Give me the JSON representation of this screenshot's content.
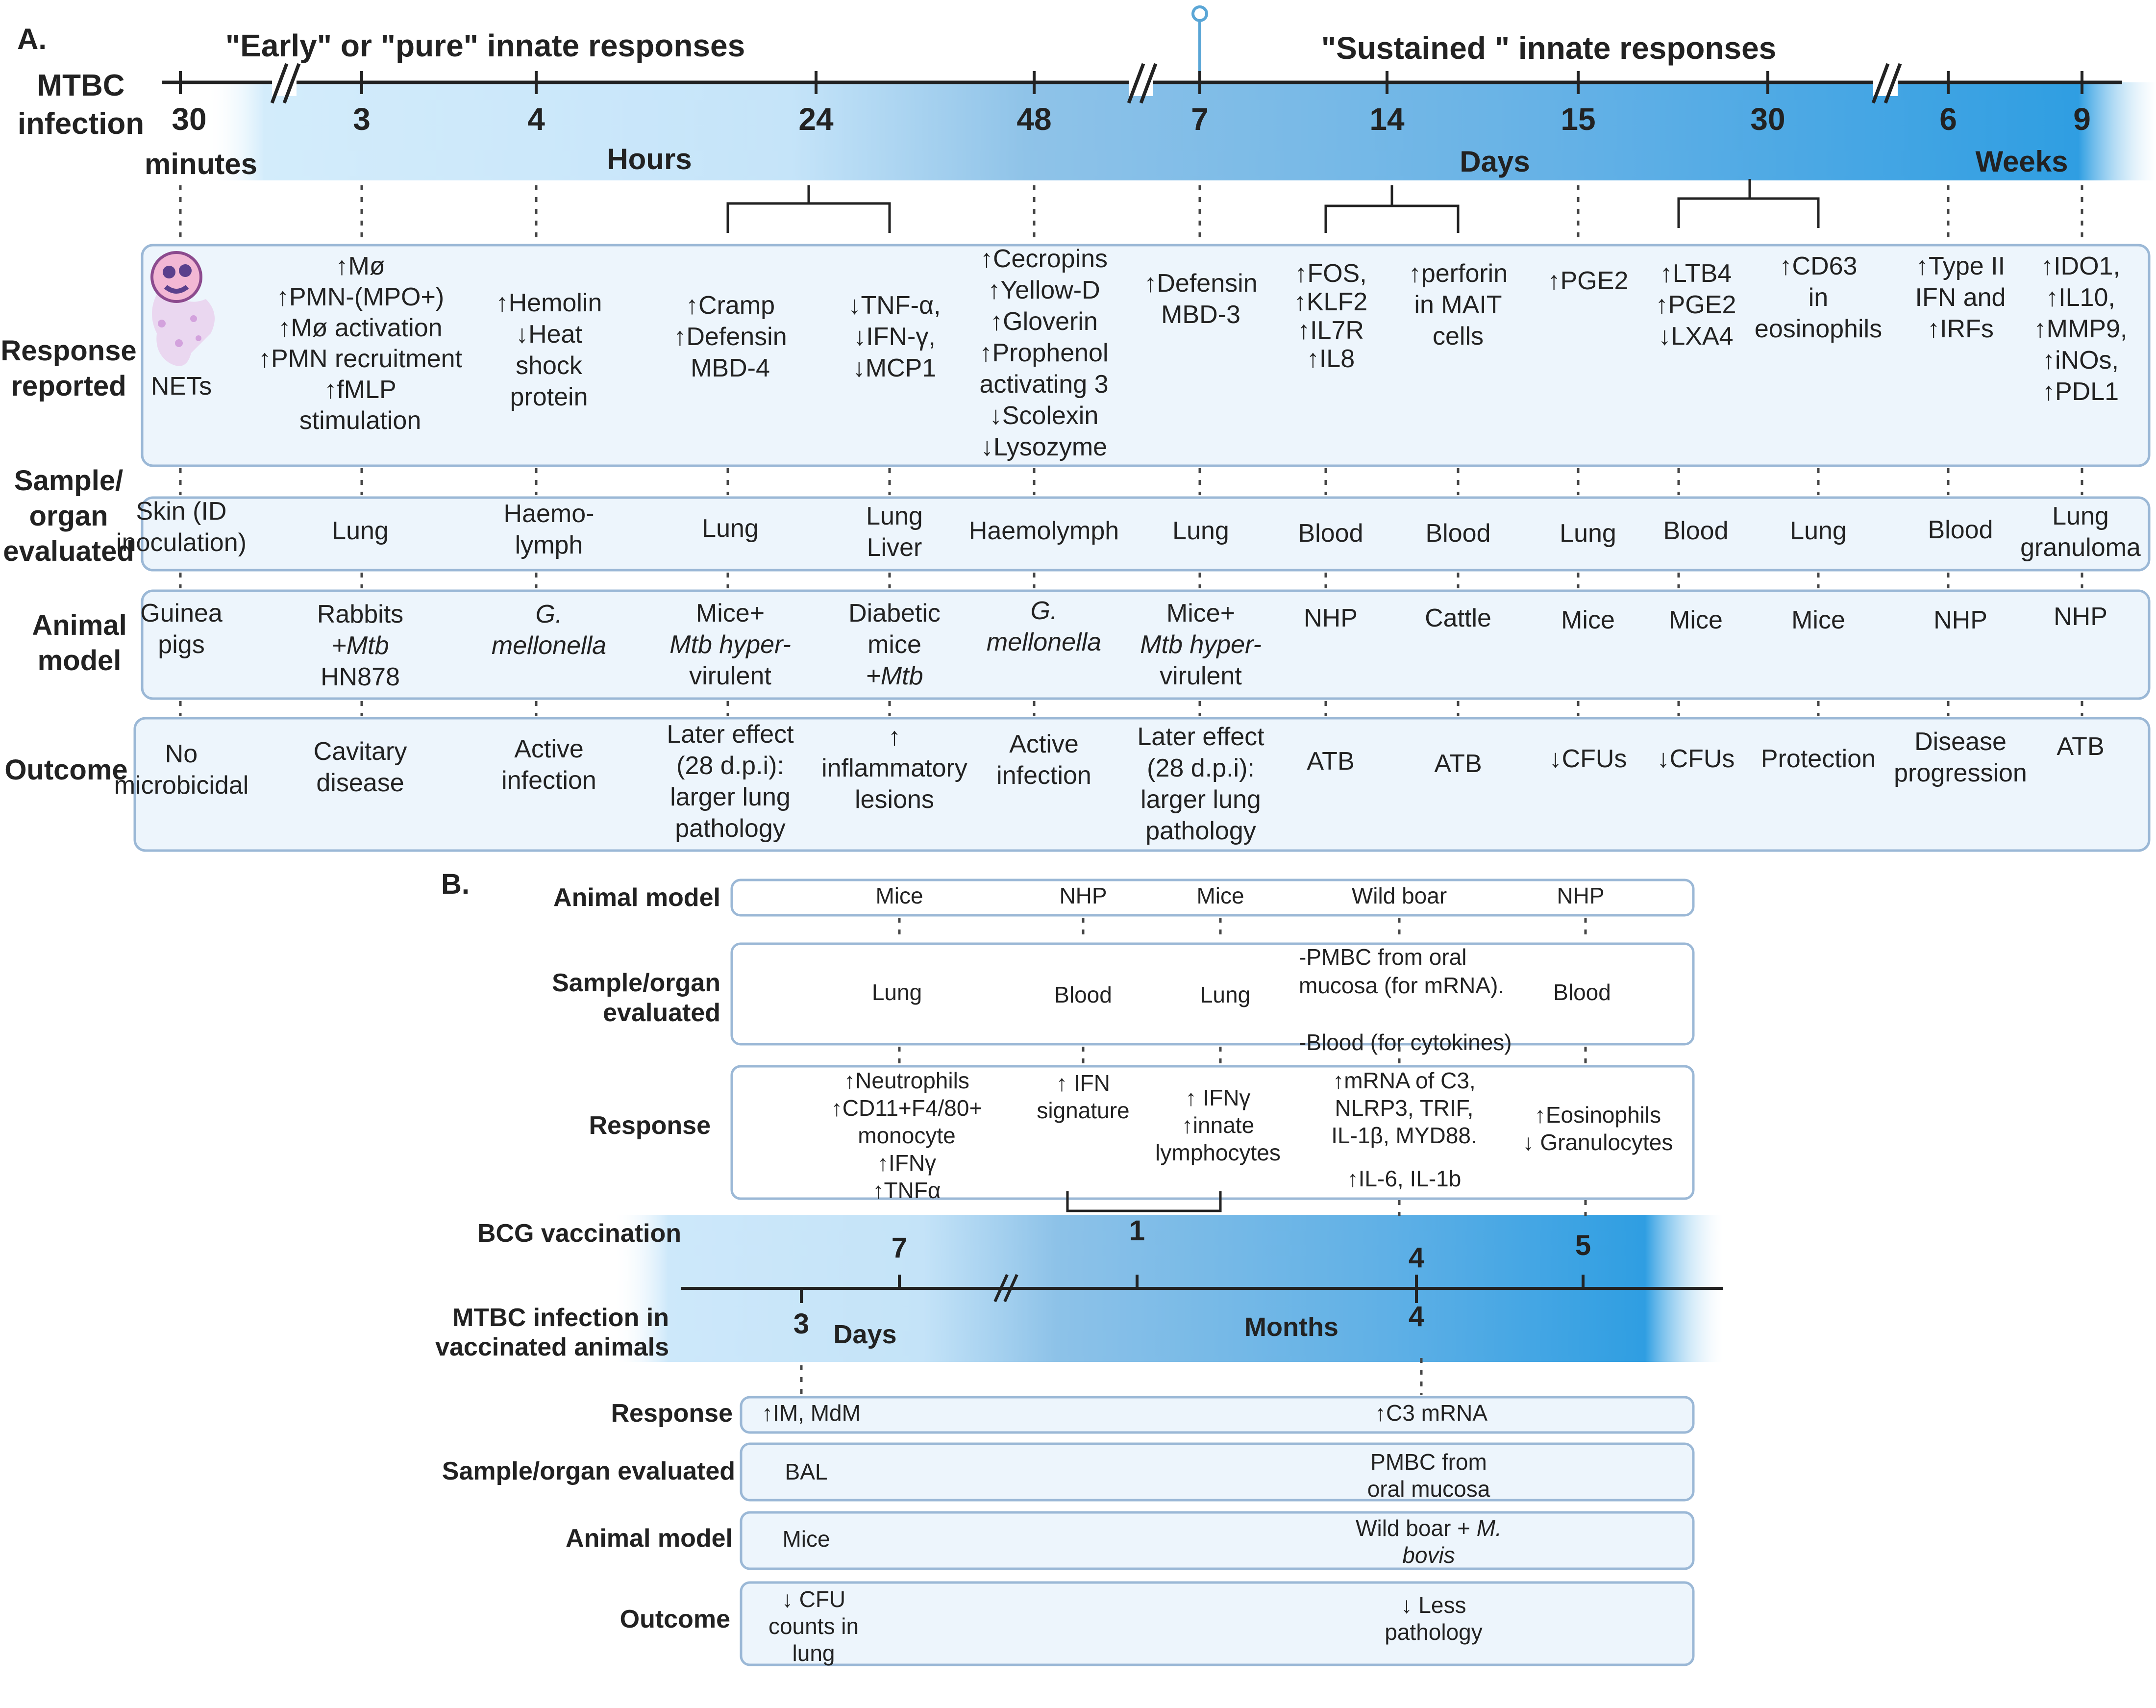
{
  "panel_a": {
    "label": "A.",
    "axis_label": [
      "MTBC",
      "infection"
    ],
    "phase_early": "\"Early\" or \"pure\" innate responses",
    "phase_sustained": "\"Sustained \" innate responses",
    "ticks": [
      {
        "id": "t30m",
        "label": "30"
      },
      {
        "id": "t3h",
        "label": "3"
      },
      {
        "id": "t4h",
        "label": "4"
      },
      {
        "id": "t24h",
        "label": "24"
      },
      {
        "id": "t48h",
        "label": "48"
      },
      {
        "id": "t7d",
        "label": "7"
      },
      {
        "id": "t14d",
        "label": "14"
      },
      {
        "id": "t15d",
        "label": "15"
      },
      {
        "id": "t30d",
        "label": "30"
      },
      {
        "id": "t6w",
        "label": "6"
      },
      {
        "id": "t9w",
        "label": "9"
      }
    ],
    "units": {
      "minutes": "minutes",
      "hours": "Hours",
      "days": "Days",
      "weeks": "Weeks"
    },
    "row_labels": {
      "response": [
        "Response",
        "reported"
      ],
      "sample": [
        "Sample/",
        "organ",
        "evaluated"
      ],
      "animal": [
        "Animal",
        "model"
      ],
      "outcome": "Outcome"
    },
    "response_cells": [
      [
        "NETs"
      ],
      [
        "↑Mø",
        "↑PMN-(MPO+)",
        "↑Mø activation",
        "↑PMN recruitment",
        "↑fMLP",
        "stimulation"
      ],
      [
        "↑Hemolin",
        "↓Heat",
        "shock",
        "protein"
      ],
      [
        "↑Cramp",
        "↑Defensin",
        "MBD-4"
      ],
      [
        "↓TNF-α,",
        "↓IFN-γ,",
        "↓MCP1"
      ],
      [
        "↑Cecropins",
        "↑Yellow-D",
        "↑Gloverin",
        "↑Prophenol",
        "activating 3",
        "↓Scolexin",
        "↓Lysozyme"
      ],
      [
        "↑Defensin",
        "MBD-3"
      ],
      [
        "↑FOS,",
        "↑KLF2",
        "↑IL7R",
        "↑IL8"
      ],
      [
        "↑perforin",
        "in MAIT",
        "cells"
      ],
      [
        "↑PGE2"
      ],
      [
        "↑LTB4",
        "↑PGE2",
        "↓LXA4"
      ],
      [
        "↑CD63",
        "in",
        "eosinophils"
      ],
      [
        "↑Type II",
        "IFN and",
        "↑IRFs"
      ],
      [
        "↑IDO1,",
        "↑IL10,",
        "↑MMP9,",
        "↑iNOs,",
        "↑PDL1"
      ]
    ],
    "sample_cells": [
      [
        "Skin (ID",
        "inoculation)"
      ],
      [
        "Lung"
      ],
      [
        "Haemo-",
        "lymph"
      ],
      [
        "Lung"
      ],
      [
        "Lung",
        "Liver"
      ],
      [
        "Haemolymph"
      ],
      [
        "Lung"
      ],
      [
        "Blood"
      ],
      [
        "Blood"
      ],
      [
        "Lung"
      ],
      [
        "Blood"
      ],
      [
        "Lung"
      ],
      [
        "Blood"
      ],
      [
        "Lung",
        "granuloma"
      ]
    ],
    "animal_cells": [
      [
        "Guinea",
        "pigs"
      ],
      [
        "Rabbits",
        "+Mtb",
        "HN878"
      ],
      [
        "G.",
        "mellonella"
      ],
      [
        "Mice+",
        "Mtb hyper-",
        "virulent"
      ],
      [
        "Diabetic",
        "mice",
        "+Mtb"
      ],
      [
        "G.",
        "mellonella"
      ],
      [
        "Mice+",
        "Mtb hyper-",
        "virulent"
      ],
      [
        "NHP"
      ],
      [
        "Cattle"
      ],
      [
        "Mice"
      ],
      [
        "Mice"
      ],
      [
        "Mice"
      ],
      [
        "NHP"
      ],
      [
        "NHP"
      ]
    ],
    "outcome_cells": [
      [
        "No",
        "microbicidal"
      ],
      [
        "Cavitary",
        "disease"
      ],
      [
        "Active",
        "infection"
      ],
      [
        "Later effect",
        "(28 d.p.i):",
        "larger lung",
        "pathology"
      ],
      [
        "↑",
        "inflammatory",
        "lesions"
      ],
      [
        "Active",
        "infection"
      ],
      [
        "Later effect",
        "(28 d.p.i):",
        "larger lung",
        "pathology"
      ],
      [
        "ATB"
      ],
      [
        "ATB"
      ],
      [
        "↓CFUs"
      ],
      [
        "↓CFUs"
      ],
      [
        "Protection"
      ],
      [
        "Disease",
        "progression"
      ],
      [
        "ATB"
      ]
    ]
  },
  "panel_b": {
    "label": "B.",
    "upper_labels": {
      "animal": "Animal model",
      "sample": [
        "Sample/organ",
        "evaluated"
      ],
      "response": "Response"
    },
    "upper_animal": [
      "Mice",
      "NHP",
      "Mice",
      "Wild boar",
      "NHP"
    ],
    "upper_sample": [
      [
        "Lung"
      ],
      [
        "Blood"
      ],
      [
        "Lung"
      ],
      [
        "-PMBC from oral",
        "mucosa (for mRNA).",
        "",
        "-Blood (for cytokines)"
      ],
      [
        "Blood"
      ]
    ],
    "upper_response": [
      [
        "↑Neutrophils",
        "↑CD11+F4/80+",
        "monocyte",
        "↑IFNγ",
        "↑TNFα"
      ],
      [
        "↑ IFN",
        "signature"
      ],
      [
        "↑ IFNγ",
        "↑innate",
        "lymphocytes"
      ],
      [
        "↑mRNA of C3,",
        "NLRP3, TRIF,",
        "IL-1β, MYD88.",
        "",
        "↑IL-6, IL-1b"
      ],
      [
        "↑Eosinophils",
        "↓ Granulocytes"
      ]
    ],
    "bcg_label": "BCG vaccination",
    "infection_label": [
      "MTBC infection in",
      "vaccinated animals"
    ],
    "bcg_ticks": [
      {
        "id": "b7d",
        "label": "7"
      },
      {
        "id": "b1m",
        "label": "1"
      },
      {
        "id": "b4m",
        "label": "4"
      },
      {
        "id": "b5m",
        "label": "5"
      }
    ],
    "infection_ticks": [
      {
        "id": "i3d",
        "label": "3"
      },
      {
        "id": "i4m",
        "label": "4"
      }
    ],
    "units": {
      "days": "Days",
      "months": "Months"
    },
    "lower_labels": {
      "response": "Response",
      "sample": "Sample/organ evaluated",
      "animal": "Animal model",
      "outcome": "Outcome"
    },
    "lower_response": [
      [
        "↑IM, MdM"
      ],
      [
        "↑C3 mRNA"
      ]
    ],
    "lower_sample": [
      [
        "BAL"
      ],
      [
        "PMBC from",
        "oral mucosa"
      ]
    ],
    "lower_animal": [
      [
        "Mice"
      ],
      [
        "Wild boar + M.",
        "bovis"
      ]
    ],
    "lower_outcome": [
      [
        "↓ CFU",
        "counts in",
        "lung"
      ],
      [
        "↓ Less",
        "pathology"
      ]
    ]
  }
}
